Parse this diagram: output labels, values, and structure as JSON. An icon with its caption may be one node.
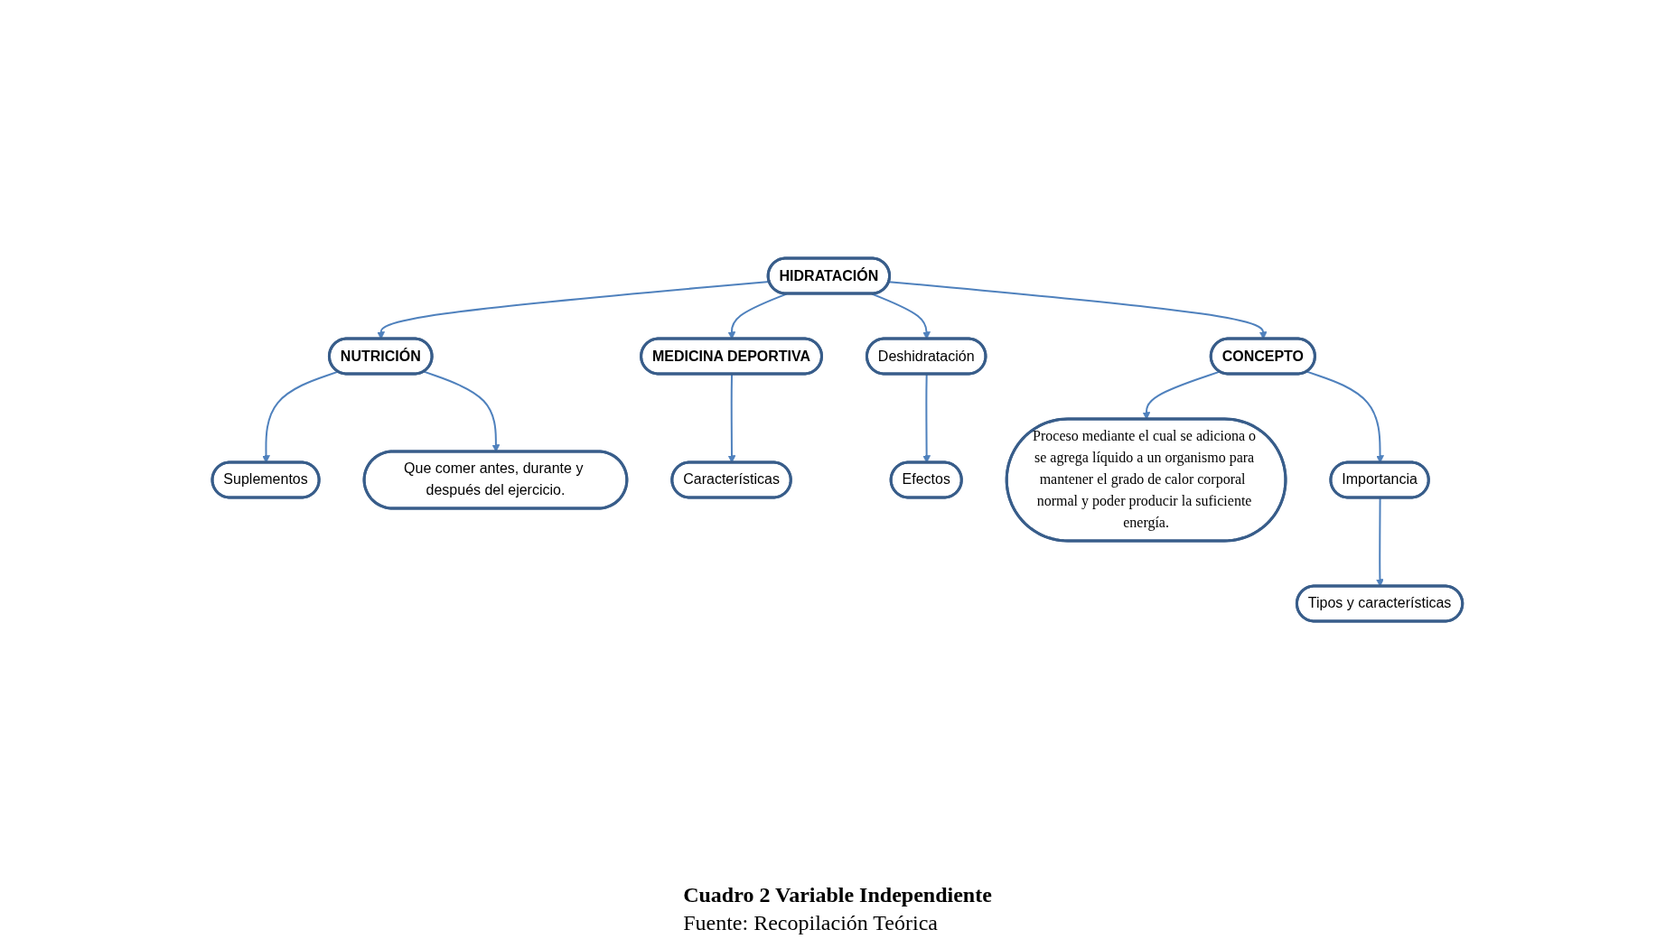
{
  "diagram": {
    "caption": "Cuadro  2 Variable Independiente",
    "nodes": [
      {
        "text": [
          "Suplementos"
        ]
      },
      {
        "text": [
          "Que comer antes, durante y después del ejercicio."
        ]
      },
      {
        "text": [
          "Características"
        ]
      },
      {
        "text": [
          "NUTRICIÓN"
        ]
      },
      {
        "text": [
          "MEDICINA DEPORTIVA"
        ]
      },
      {
        "text": [
          "Efectos"
        ]
      },
      {
        "text": [
          "HIDRATACIÓN"
        ]
      },
      {
        "text": [
          "Deshidratación"
        ]
      },
      {
        "text": [
          "Proceso mediante el cual se adiciona o se agrega líquido a un organismo para mantener el grado de calor corporal  normal y poder producir la suficiente energía."
        ]
      },
      {
        "text": [
          "CONCEPTO"
        ]
      },
      {
        "text": [
          "Tipos y características"
        ]
      },
      {
        "text": [
          "Importancia"
        ]
      }
    ],
    "edges": [
      {
        "from": 6,
        "to": 3,
        "arrow": "to"
      },
      {
        "from": 6,
        "to": 4,
        "arrow": "to"
      },
      {
        "from": 6,
        "to": 7,
        "arrow": "to"
      },
      {
        "from": 6,
        "to": 9,
        "arrow": "to"
      },
      {
        "from": 3,
        "to": 0,
        "arrow": "to"
      },
      {
        "from": 3,
        "to": 1,
        "arrow": "to"
      },
      {
        "from": 4,
        "to": 2,
        "arrow": "to"
      },
      {
        "from": 7,
        "to": 5,
        "arrow": "to"
      },
      {
        "from": 9,
        "to": 8,
        "arrow": "to"
      },
      {
        "from": 9,
        "to": 11,
        "arrow": "to"
      },
      {
        "from": 11,
        "to": 10,
        "arrow": "to"
      }
    ],
    "labels": [
      "Fuente: Recopilación Teórica"
    ]
  }
}
